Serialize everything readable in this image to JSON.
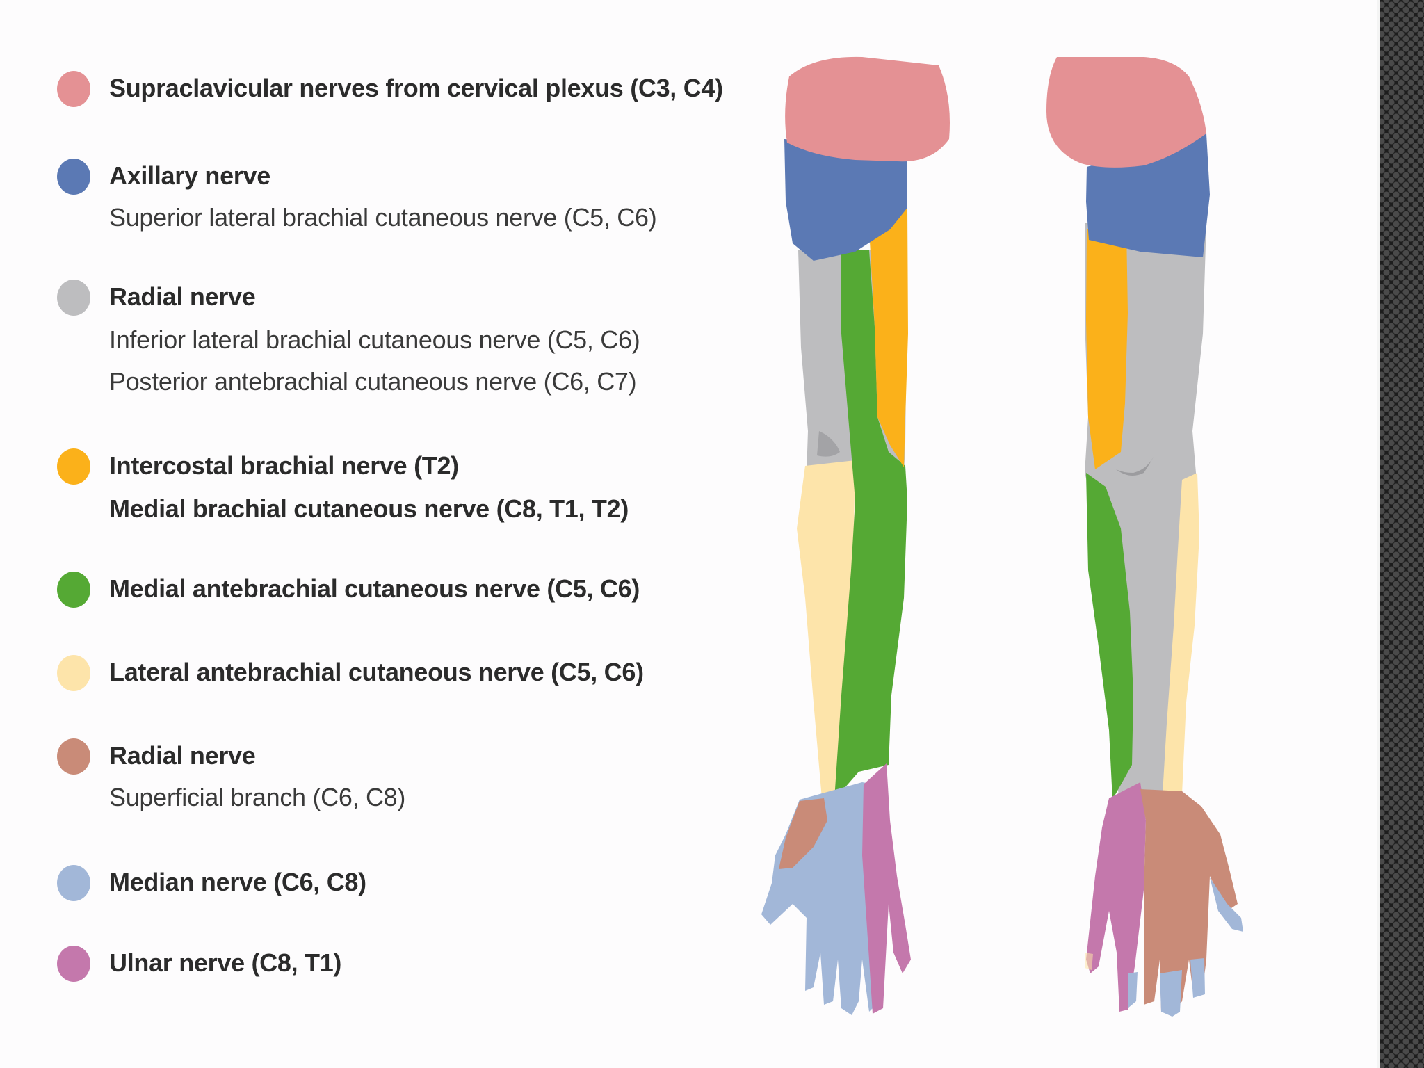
{
  "legend": [
    {
      "title": "Supraclavicular nerves from cervical plexus (C3, C4)",
      "subtitles": [],
      "color": "#e49194"
    },
    {
      "title": "Axillary nerve",
      "subtitles": [
        "Superior lateral brachial cutaneous nerve (C5, C6)"
      ],
      "color": "#5b79b4"
    },
    {
      "title": "Radial nerve",
      "subtitles": [
        "Inferior lateral brachial cutaneous nerve (C5, C6)",
        "Posterior antebrachial cutaneous nerve (C6, C7)"
      ],
      "color": "#bdbdbf"
    },
    {
      "title": "Intercostal brachial nerve (T2)",
      "subtitles": [
        "Medial brachial cutaneous nerve (C8, T1, T2)"
      ],
      "subtitles_bold": true,
      "color": "#fbb11a"
    },
    {
      "title": "Medial antebrachial cutaneous nerve (C5, C6)",
      "subtitles": [],
      "color": "#55a934"
    },
    {
      "title": "Lateral antebrachial cutaneous nerve (C5, C6)",
      "subtitles": [],
      "color": "#fde4aa"
    },
    {
      "title": "Radial nerve",
      "subtitles": [
        "Superficial branch (C6, C8)"
      ],
      "color": "#c98b78"
    },
    {
      "title": "Median nerve (C6, C8)",
      "subtitles": [],
      "color": "#a2b7d8"
    },
    {
      "title": "Ulnar nerve (C8, T1)",
      "subtitles": [],
      "color": "#c478ac"
    }
  ],
  "colors": {
    "supraclavicular": "#e49194",
    "axillary": "#5b79b4",
    "radial": "#bdbdbf",
    "intercostal": "#fbb11a",
    "medial_antebrachial": "#55a934",
    "lateral_antebrachial": "#fde4aa",
    "radial_superficial": "#c98b78",
    "median": "#a2b7d8",
    "ulnar": "#c478ac",
    "crease": "#8e8e92"
  }
}
